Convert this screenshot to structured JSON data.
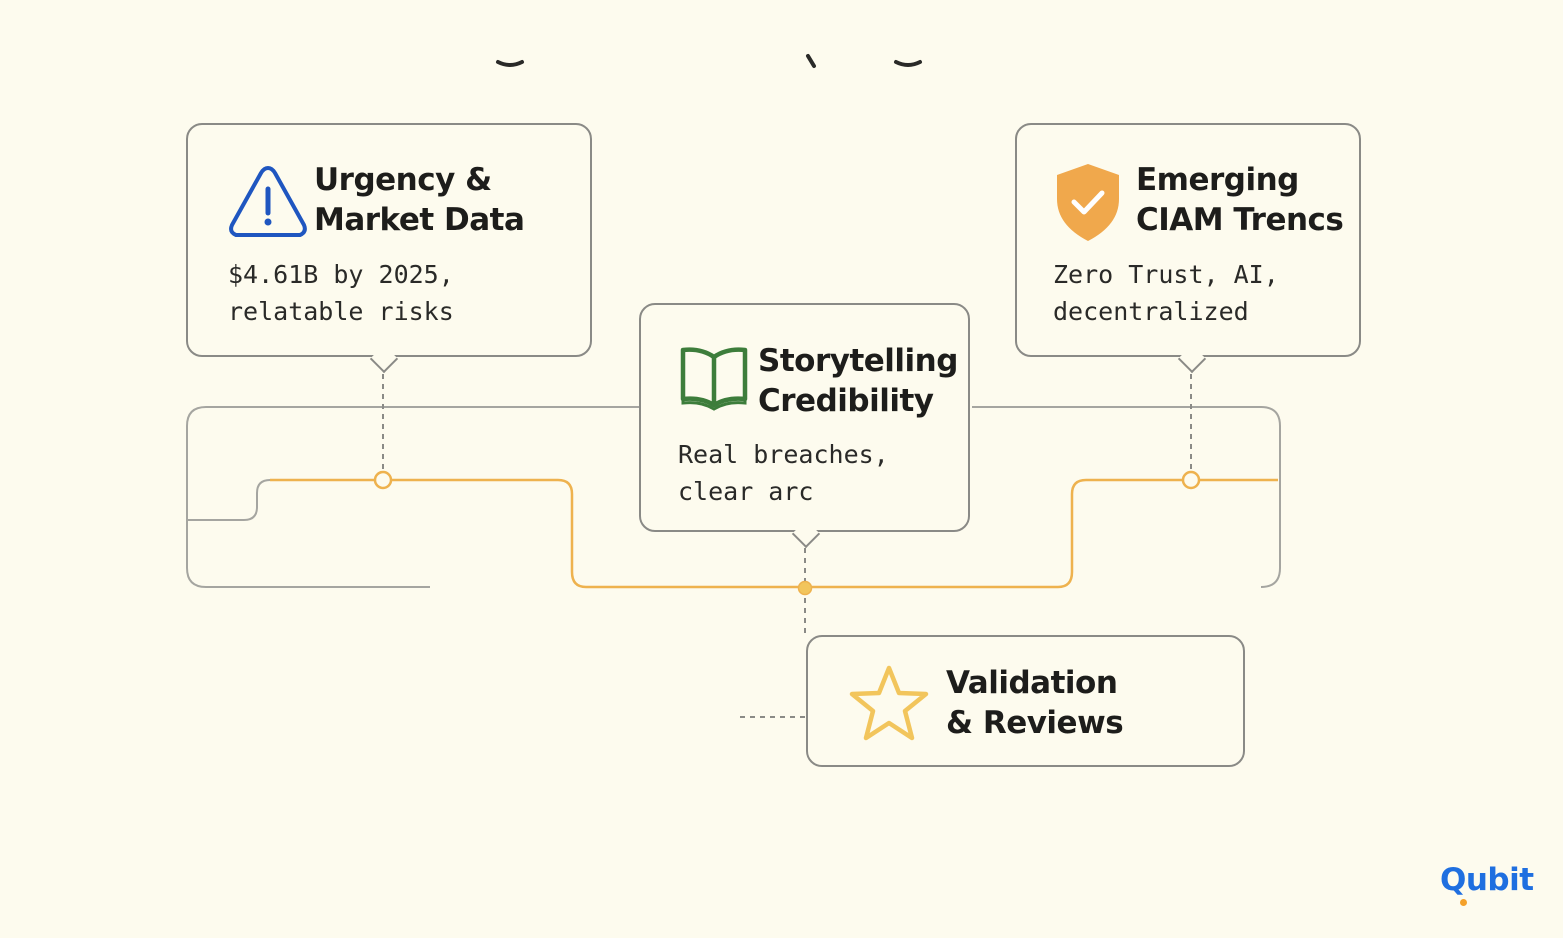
{
  "colors": {
    "background": "#fdfbee",
    "connector_gray": "#8a8a86",
    "connector_orange": "#eeb24e",
    "warning_blue": "#1f56c0",
    "book_green": "#3d7d3b",
    "shield_orange": "#f0a84c",
    "star_yellow": "#f2c55c",
    "logo_blue": "#1f6fe0",
    "logo_dot": "#f4a12a"
  },
  "cards": {
    "urgency": {
      "title": "Urgency &\nMarket Data",
      "body": "$4.61B by 2025,\nrelatable risks",
      "icon": "warning-triangle-icon"
    },
    "storytelling": {
      "title": "Storytelling\nCredibility",
      "body": "Real breaches,\nclear arc",
      "icon": "open-book-icon"
    },
    "emerging": {
      "title": "Emerging\nCIAM Trencs",
      "body": "Zero Trust, AI,\ndecentralized",
      "icon": "shield-check-icon"
    },
    "validation": {
      "title": "Validation\n& Reviews",
      "body": "",
      "icon": "star-icon"
    }
  },
  "logo": {
    "text": "Qubit"
  }
}
